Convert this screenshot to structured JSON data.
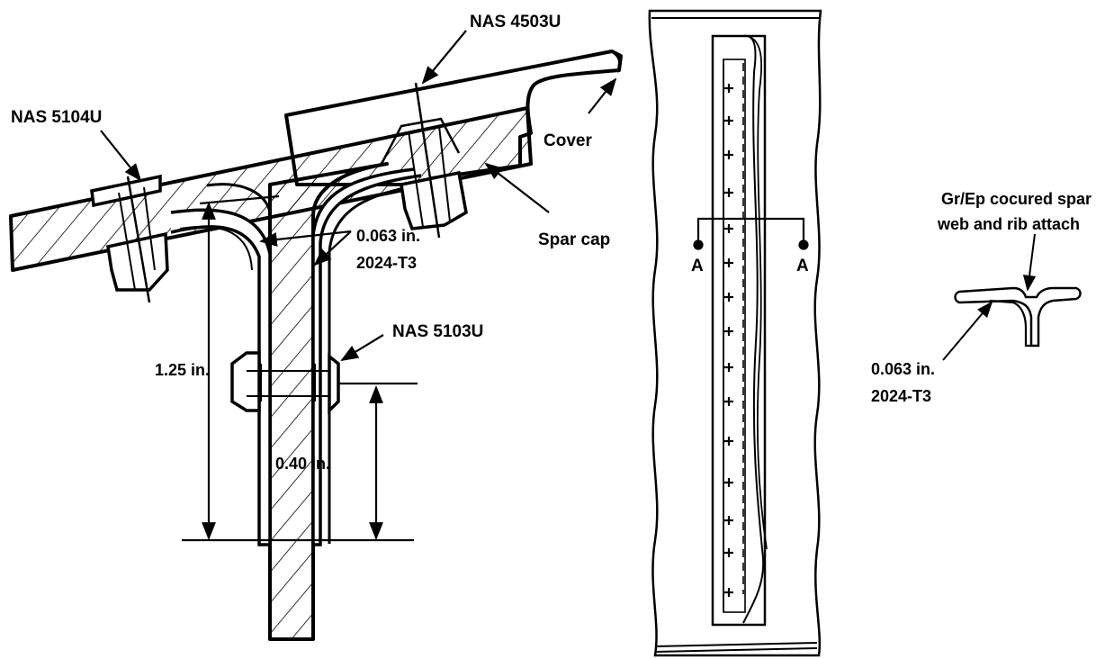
{
  "labels": {
    "nas4503": "NAS 4503U",
    "nas5104": "NAS 5104U",
    "nas5103": "NAS 5103U",
    "cover": "Cover",
    "spar_cap": "Spar cap",
    "thickness_main_1": "0.063 in.",
    "alloy_main": "2024-T3",
    "dim_125": "1.25 in.",
    "dim_040": "0.40 in.",
    "section_a_left": "A",
    "section_a_right": "A",
    "grep_line1": "Gr/Ep cocured spar",
    "grep_line2": "web and rib attach",
    "thickness_small": "0.063 in.",
    "alloy_small": "2024-T3"
  }
}
